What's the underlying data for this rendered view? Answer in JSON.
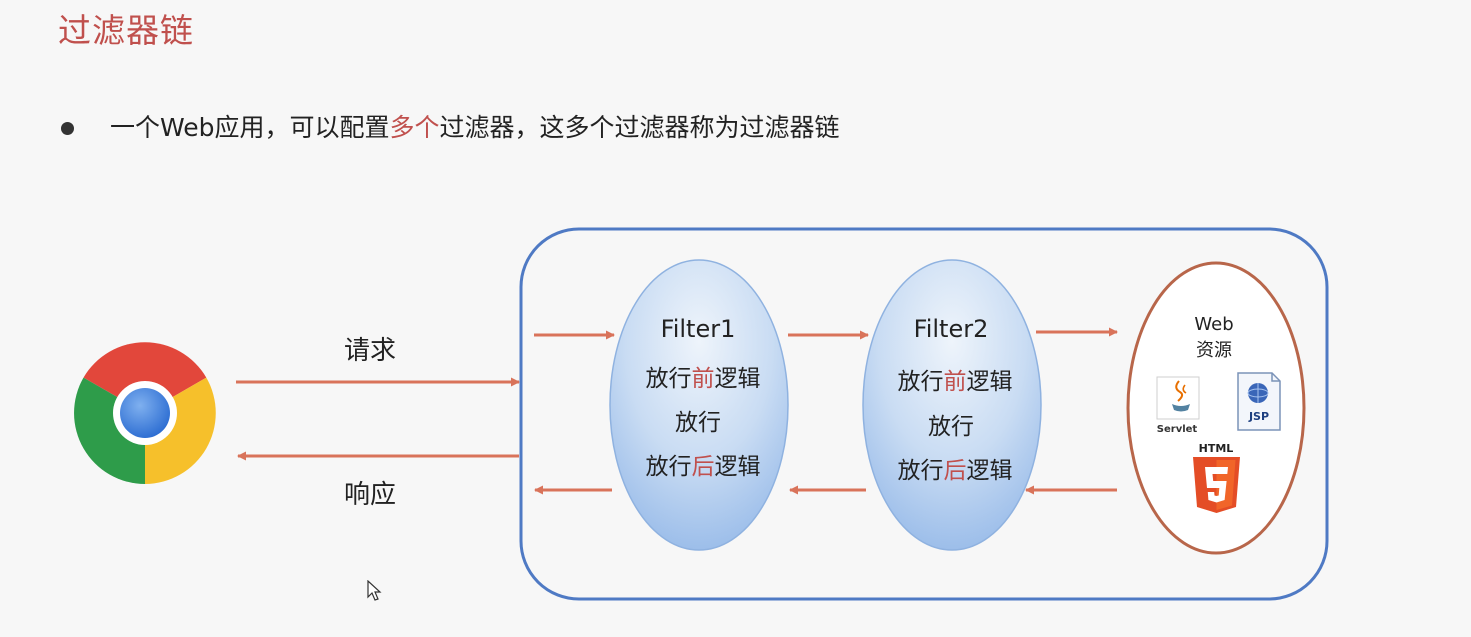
{
  "title": "过滤器链",
  "bullet": {
    "before": "一个Web应用，可以配置",
    "highlight": "多个",
    "after": "过滤器，这多个过滤器称为过滤器链"
  },
  "labels": {
    "request": "请求",
    "response": "响应"
  },
  "filters": [
    {
      "name": "Filter1",
      "pre_a": "放行",
      "pre_b": "前",
      "pre_c": "逻辑",
      "pass": "放行",
      "post_a": "放行",
      "post_b": "后",
      "post_c": "逻辑"
    },
    {
      "name": "Filter2",
      "pre_a": "放行",
      "pre_b": "前",
      "pre_c": "逻辑",
      "pass": "放行",
      "post_a": "放行",
      "post_b": "后",
      "post_c": "逻辑"
    }
  ],
  "web_resource": {
    "line1": "Web",
    "line2": "资源",
    "icons": [
      {
        "icon": "java-servlet-icon",
        "label": "Servlet"
      },
      {
        "icon": "jsp-file-icon",
        "label": "JSP"
      },
      {
        "icon": "html5-icon",
        "label": "HTML"
      }
    ]
  },
  "colors": {
    "accent": "#c0504d",
    "arrow": "#d9735a",
    "container_border": "#4f7ac4",
    "oval_top": "#e8f0fa",
    "oval_bottom": "#9fc1ec",
    "web_border": "#b8664a"
  },
  "browser_icon": "chrome-icon"
}
